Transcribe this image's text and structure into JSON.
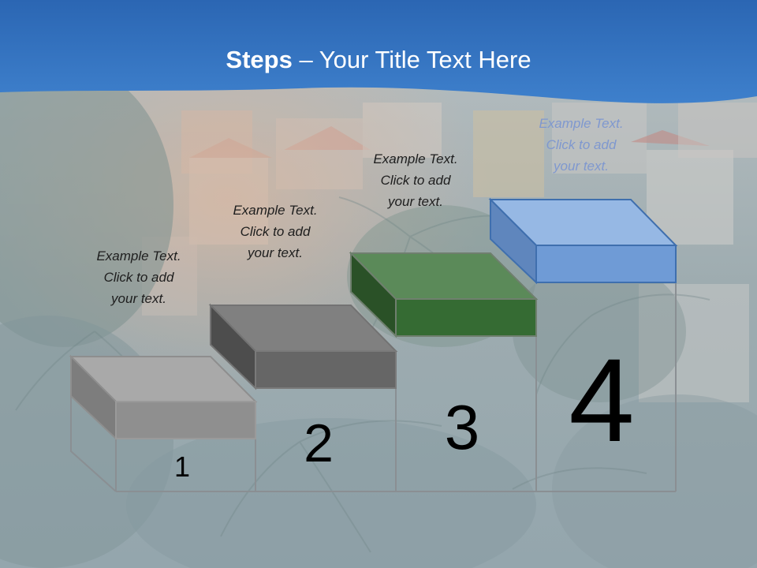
{
  "slide": {
    "title_bold": "Steps",
    "title_rest": " – Your Title Text Here"
  },
  "steps": [
    {
      "number": "1",
      "caption": [
        "Example Text.",
        "Click  to add",
        "your text."
      ],
      "color": "#8a8a8a"
    },
    {
      "number": "2",
      "caption": [
        "Example Text.",
        "Click  to add",
        "your text."
      ],
      "color": "#666666"
    },
    {
      "number": "3",
      "caption": [
        "Example Text.",
        "Click  to add",
        "your text."
      ],
      "color": "#356b33"
    },
    {
      "number": "4",
      "caption": [
        "Example Text.",
        "Click  to add",
        "your text."
      ],
      "color": "#6f9bd6"
    }
  ],
  "colors": {
    "header_blue": "#2f6db8",
    "outline": "#8a8f93"
  }
}
